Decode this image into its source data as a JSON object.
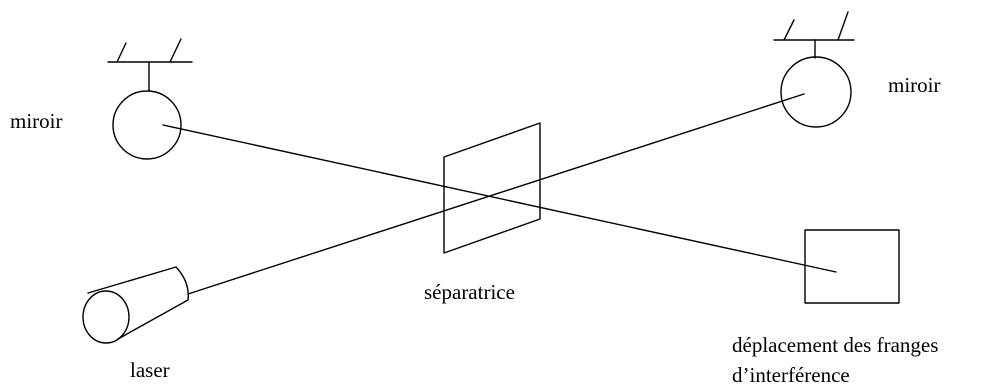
{
  "labels": {
    "mirror_left": "miroir",
    "mirror_right": "miroir",
    "splitter": "séparatrice",
    "laser": "laser",
    "fringes_line1": "déplacement des franges",
    "fringes_line2": "d’interférence"
  },
  "colors": {
    "stroke": "#000000",
    "background": "#ffffff"
  }
}
